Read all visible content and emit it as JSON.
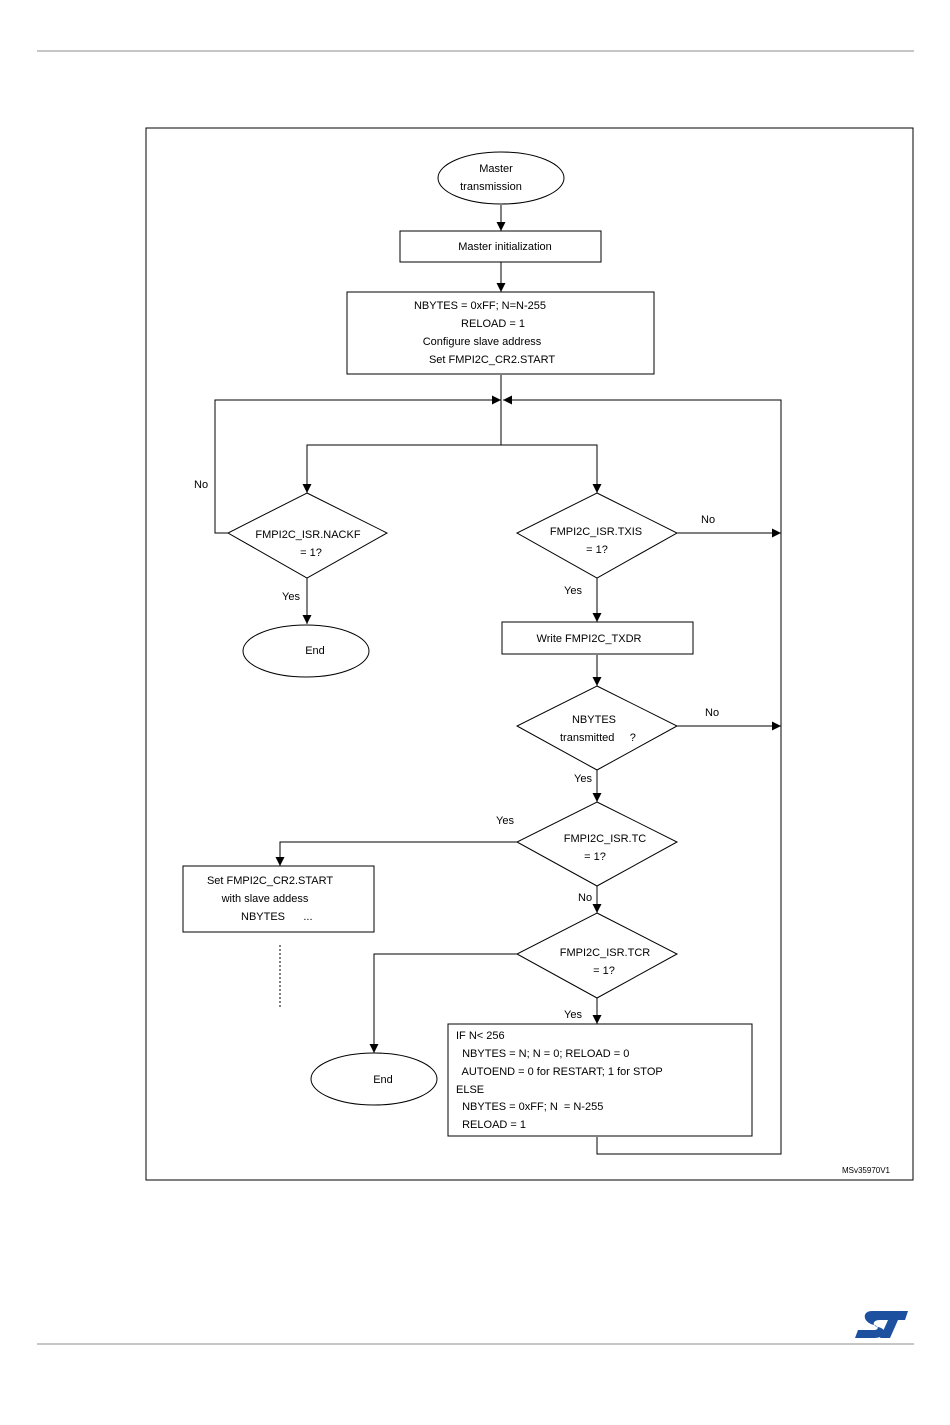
{
  "diagram": {
    "id_label": "MSv35970V1",
    "nodes": {
      "start": [
        "Master",
        "transmission"
      ],
      "init": "Master initialization",
      "config": [
        "NBYTES = 0xFF; N=N-255",
        "RELOAD = 1",
        "Configure slave address",
        "Set FMPI2C_CR2.START"
      ],
      "nackf": [
        "FMPI2C_ISR.NACKF",
        "=  1?"
      ],
      "end_left": "End",
      "txis": [
        "FMPI2C_ISR.TXIS",
        "= 1?"
      ],
      "write_txdr": "Write FMPI2C_TXDR",
      "nbytes_tx": [
        "NBYTES",
        "transmitted     ?"
      ],
      "tc": [
        "FMPI2C_ISR.TC",
        "=  1?"
      ],
      "restart": [
        "Set FMPI2C_CR2.START",
        "with slave addess",
        "NBYTES      ..."
      ],
      "tcr": [
        "FMPI2C_ISR.TCR",
        "=  1?"
      ],
      "end_bottom": "End",
      "reload_box": [
        "IF N< 256",
        "  NBYTES = N; N = 0; RELOAD = 0",
        "  AUTOEND = 0 for RESTART; 1 for STOP",
        "ELSE",
        "  NBYTES = 0xFF; N  = N-255",
        "  RELOAD = 1"
      ]
    },
    "edge_labels": {
      "nackf_no": "No",
      "nackf_yes": "Yes",
      "txis_no": "No",
      "txis_yes": "Yes",
      "nbytes_no": "No",
      "nbytes_yes": "Yes",
      "tc_yes": "Yes",
      "tc_no": "No",
      "tcr_yes": "Yes"
    }
  },
  "logo": {
    "text": "ST",
    "color": "#1e50a0"
  }
}
